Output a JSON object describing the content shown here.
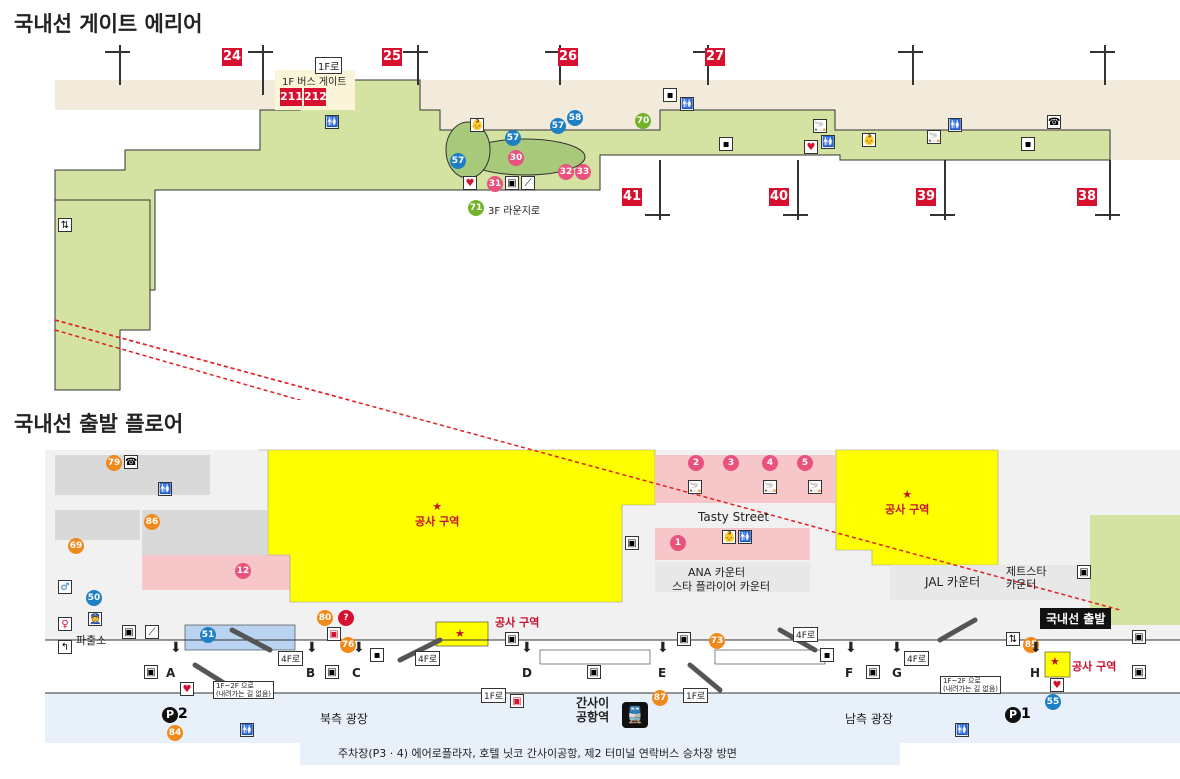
{
  "titles": {
    "gate_area": "국내선 게이트 에리어",
    "departure_floor": "국내선 출발 플로어"
  },
  "gates_top": [
    "24",
    "25",
    "26",
    "27"
  ],
  "gates_bottom": [
    "41",
    "40",
    "39",
    "38"
  ],
  "bus_gates": [
    "211",
    "212"
  ],
  "labels": {
    "bus_gate": "1F 버스 게이트",
    "floor_1f": "1F로",
    "lounge_3f": "3F 라운지로",
    "tasty_street": "Tasty Street",
    "ana_counter": "ANA 카운터",
    "star_flyer_counter": "스타 플라이어 카운터",
    "jal_counter": "JAL 카운터",
    "jetstar_counter": "제트스타\n카운터",
    "domestic_departure": "국내선 출발",
    "construction": "공사 구역",
    "north_plaza": "북측 광장",
    "south_plaza": "남측 광장",
    "station_name": "간사이\n공항역",
    "bottom_notice": "주차장(P3 · 4) 에어로플라자, 호텔 닛코 간사이공항, 제2 터미널 연락버스 승차장 방면",
    "floor_4f": "4F로",
    "floor_1f2f_note": "1F~2F 으로\n(내려가는 길 없음)",
    "lost_found": "파출소",
    "parking_2": "2",
    "parking_1": "1"
  },
  "entrance_letters": [
    "A",
    "B",
    "C",
    "D",
    "E",
    "F",
    "G",
    "H"
  ],
  "poi_numbers": {
    "blue": [
      "57",
      "57",
      "57",
      "58",
      "50",
      "51",
      "55"
    ],
    "pink": [
      "30",
      "31",
      "32",
      "33",
      "2",
      "3",
      "4",
      "5",
      "1",
      "12"
    ],
    "green": [
      "70",
      "71"
    ],
    "orange": [
      "79",
      "86",
      "69",
      "80",
      "76",
      "73",
      "85",
      "84",
      "87"
    ]
  },
  "colors": {
    "airside": "#d4e3a1",
    "construction": "#ffff00",
    "shop_pink": "#f6c6c8",
    "plaza": "#e8f1fa",
    "gate_red": "#d7102f",
    "route_line": "#e02020"
  }
}
